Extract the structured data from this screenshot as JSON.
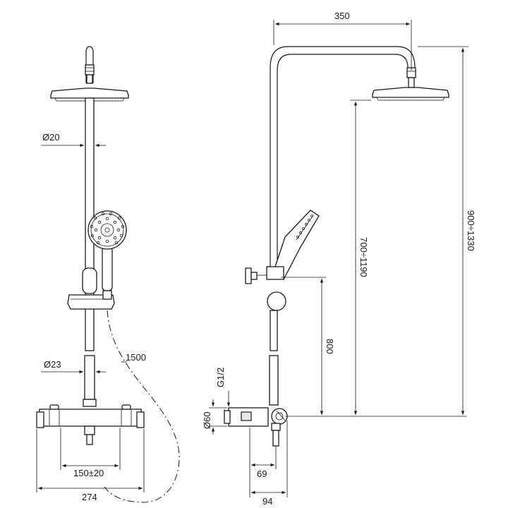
{
  "dimensions": {
    "arm_reach": "350",
    "total_height_range": "900÷1330",
    "head_height_range": "700÷1190",
    "inlet_height": "800",
    "rail_diameter": "Ø20",
    "lower_pipe_diameter": "Ø23",
    "hose_length": "1500",
    "inlet_spacing": "150±20",
    "mixer_width": "274",
    "thread": "G1/2",
    "body_diameter": "Ø60",
    "offset_small": "69",
    "offset_large": "94"
  }
}
